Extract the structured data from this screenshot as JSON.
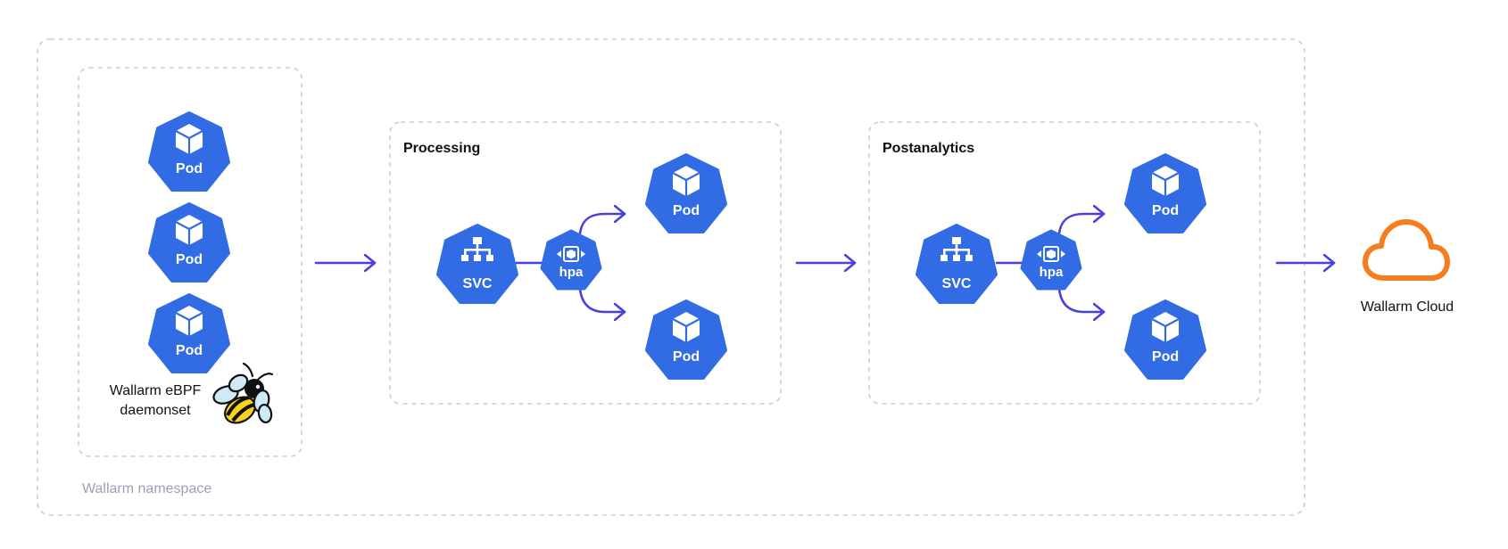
{
  "namespace": {
    "label": "Wallarm namespace"
  },
  "daemonset": {
    "pods": [
      "Pod",
      "Pod",
      "Pod"
    ],
    "label_line1": "Wallarm eBPF",
    "label_line2": "daemonset"
  },
  "processing": {
    "title": "Processing",
    "svc_label": "SVC",
    "hpa_label": "hpa",
    "pods": [
      "Pod",
      "Pod"
    ]
  },
  "postanalytics": {
    "title": "Postanalytics",
    "svc_label": "SVC",
    "hpa_label": "hpa",
    "pods": [
      "Pod",
      "Pod"
    ]
  },
  "cloud": {
    "label": "Wallarm Cloud"
  },
  "colors": {
    "kube_blue": "#326ce5",
    "arrow_blue": "#4a3fe0",
    "cloud_orange": "#f57c1f",
    "dash_gray": "#c9cdd4",
    "namespace_text": "#9aa1b0"
  }
}
